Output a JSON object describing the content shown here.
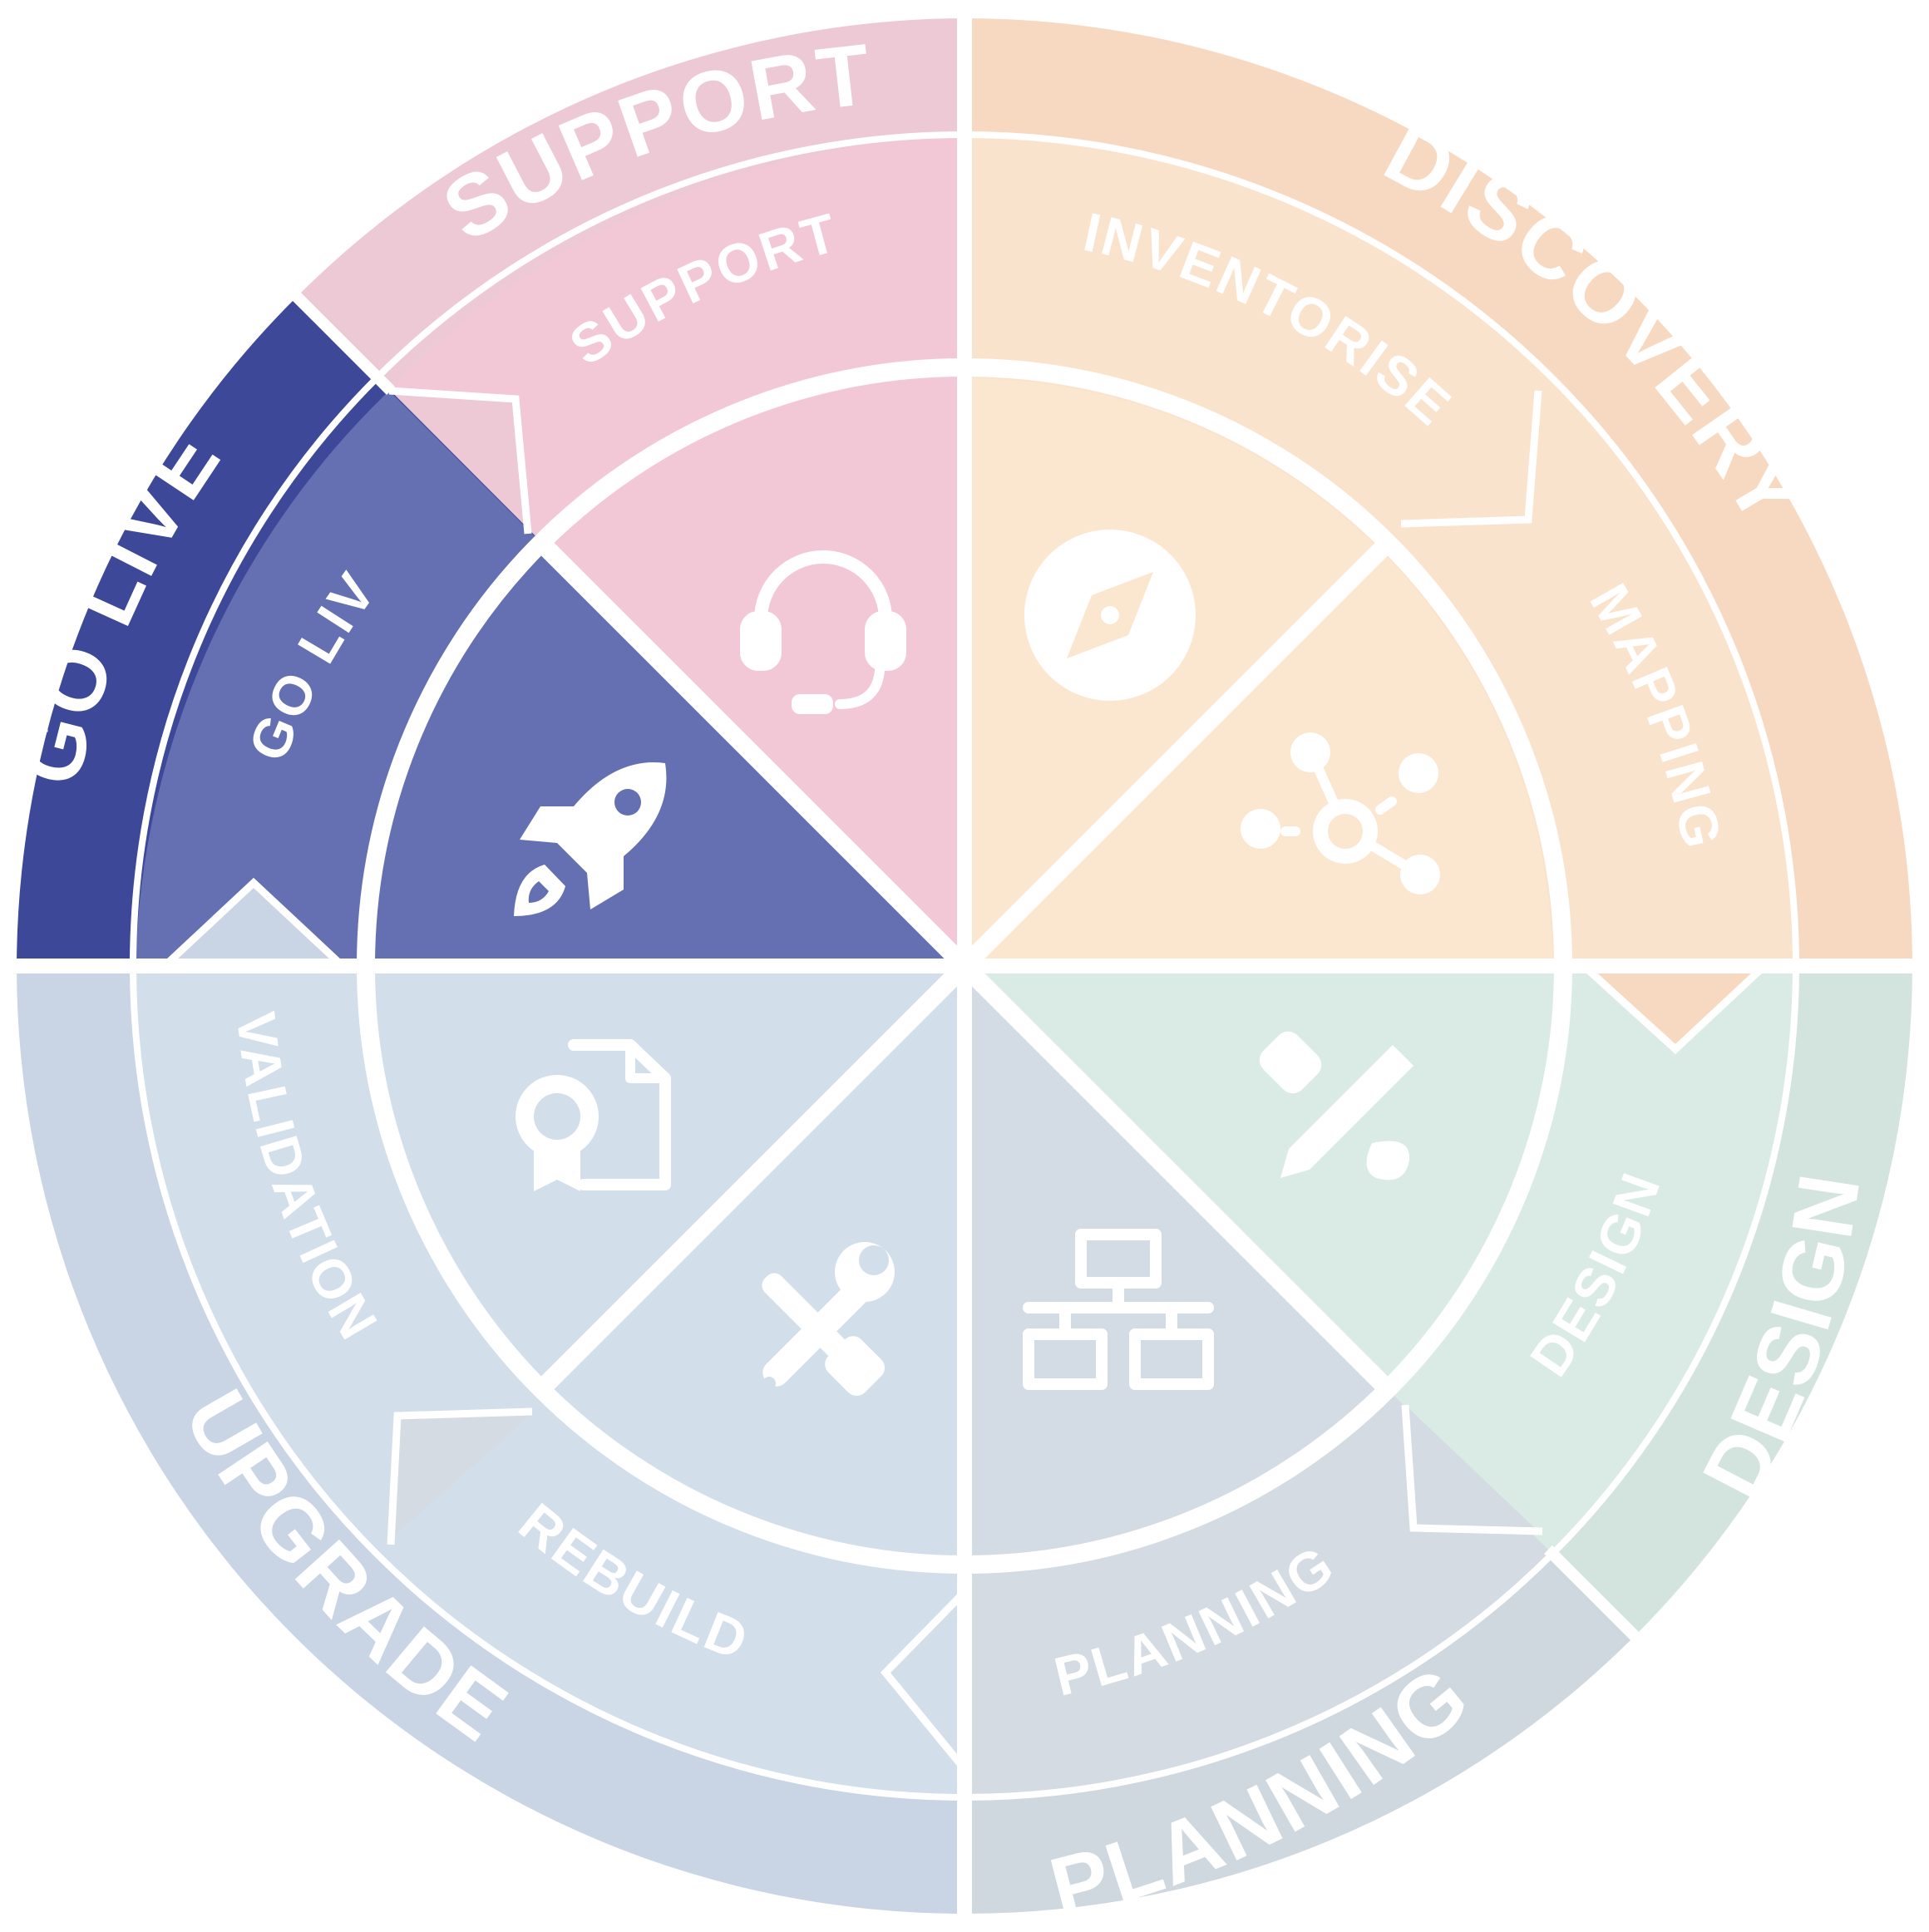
{
  "phases": [
    {
      "key": "support",
      "outer_label": "SUPPORT",
      "mid_label": "SUPPORT",
      "icon": "headset-icon",
      "outer_color": "#ecc9d5",
      "mid_color": "#f3c8d6",
      "inner_color": "#f3c8d6"
    },
    {
      "key": "discovery",
      "outer_label": "DISCOVERY",
      "mid_label": "INVENTORISE",
      "icon": "compass-icon",
      "outer_color": "#f7d9c2",
      "mid_color": "#fae3cd",
      "inner_color": "#fbe6cf"
    },
    {
      "key": "mapping",
      "outer_label": "",
      "mid_label": "MAPPING",
      "icon": "network-icon",
      "outer_color": "#f7d9c2",
      "mid_color": "#fae3cd",
      "inner_color": "#fbe6cf"
    },
    {
      "key": "design",
      "outer_label": "DESIGN",
      "mid_label": "DESIGN",
      "icon": "pencil-brush-icon",
      "outer_color": "#d3e4de",
      "mid_color": "#d9ebe4",
      "inner_color": "#d9ebe4"
    },
    {
      "key": "planning",
      "outer_label": "PLANNING",
      "mid_label": "PLANNING",
      "icon": "sitemap-icon",
      "outer_color": "#cfd7df",
      "mid_color": "#d4dbe2",
      "inner_color": "#d3dbe4"
    },
    {
      "key": "upgrade",
      "outer_label": "UPGRADE",
      "mid_label": "REBUILD",
      "icon": "tools-icon",
      "outer_color": "#c9d5e4",
      "mid_color": "#d2deea",
      "inner_color": "#d2deea"
    },
    {
      "key": "validation",
      "outer_label": "",
      "mid_label": "VALIDATION",
      "icon": "certificate-icon",
      "outer_color": "#c9d5e4",
      "mid_color": "#d2deea",
      "inner_color": "#d2deea"
    },
    {
      "key": "golive",
      "outer_label": "GO LIVE",
      "mid_label": "GO LIVE",
      "icon": "rocket-icon",
      "outer_color": "#3e4899",
      "mid_color": "#6570b3",
      "inner_color": "#6570b3"
    }
  ]
}
